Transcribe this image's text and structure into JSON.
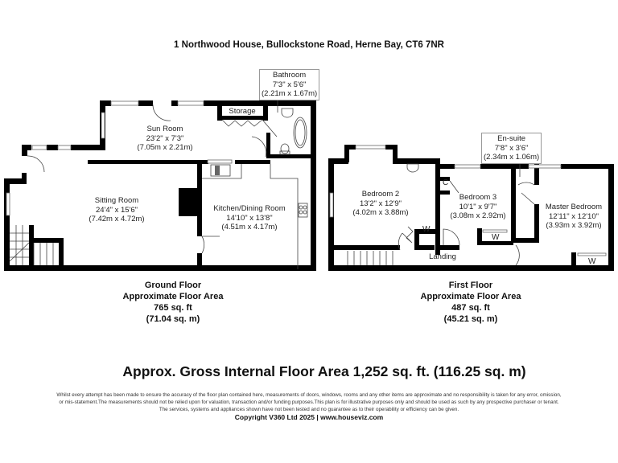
{
  "header": {
    "address": "1 Northwood House, Bullockstone Road, Herne Bay, CT6 7NR"
  },
  "ground_floor": {
    "rooms": [
      {
        "name": "Sun Room",
        "imperial": "23'2\" x 7'3\"",
        "metric": "(7.05m x 2.21m)"
      },
      {
        "name": "Sitting Room",
        "imperial": "24'4\" x 15'6\"",
        "metric": "(7.42m x 4.72m)"
      },
      {
        "name": "Kitchen/Dining Room",
        "imperial": "14'10\" x 13'8\"",
        "metric": "(4.51m x 4.17m)"
      },
      {
        "name": "Storage"
      },
      {
        "name": "Bathroom",
        "imperial": "7'3\" x 5'6\"",
        "metric": "(2.21m x 1.67m)"
      }
    ],
    "summary": {
      "title": "Ground Floor",
      "subtitle": "Approximate Floor Area",
      "sqft": "765 sq. ft",
      "sqm": "(71.04 sq. m)"
    }
  },
  "first_floor": {
    "rooms": [
      {
        "name": "Bedroom 2",
        "imperial": "13'2\" x 12'9\"",
        "metric": "(4.02m x 3.88m)"
      },
      {
        "name": "Bedroom 3",
        "imperial": "10'1\" x 9'7\"",
        "metric": "(3.08m x 2.92m)"
      },
      {
        "name": "Master Bedroom",
        "imperial": "12'11\" x 12'10\"",
        "metric": "(3.93m x 3.92m)"
      },
      {
        "name": "En-suite",
        "imperial": "7'8\" x 3'6\"",
        "metric": "(2.34m x 1.06m)"
      },
      {
        "name": "Landing"
      }
    ],
    "markers": {
      "cupboard": "C",
      "wardrobe": "W"
    },
    "summary": {
      "title": "First Floor",
      "subtitle": "Approximate Floor Area",
      "sqft": "487 sq. ft",
      "sqm": "(45.21 sq. m)"
    }
  },
  "gross_area": "Approx. Gross Internal Floor Area 1,252 sq. ft. (116.25 sq. m)",
  "disclaimer": {
    "line1": "Whilst every attempt has been made to ensure the accuracy of the floor plan contained here, measurements of doors, windows, rooms and any other items are approximate and no responsibility is taken for any error, omission,",
    "line2": "or mis-statement.The measurements should not be relied upon for valuation, transaction and/or funding purposes.This plan is for illustrative purposes only and should be used as such by any prospective purchaser or tenant.",
    "line3": "The services, systems and appliances shown have not been tested and no guarantee as to their operability or efficiency can be given."
  },
  "copyright": "Copyright V360 Ltd 2025 | www.houseviz.com"
}
